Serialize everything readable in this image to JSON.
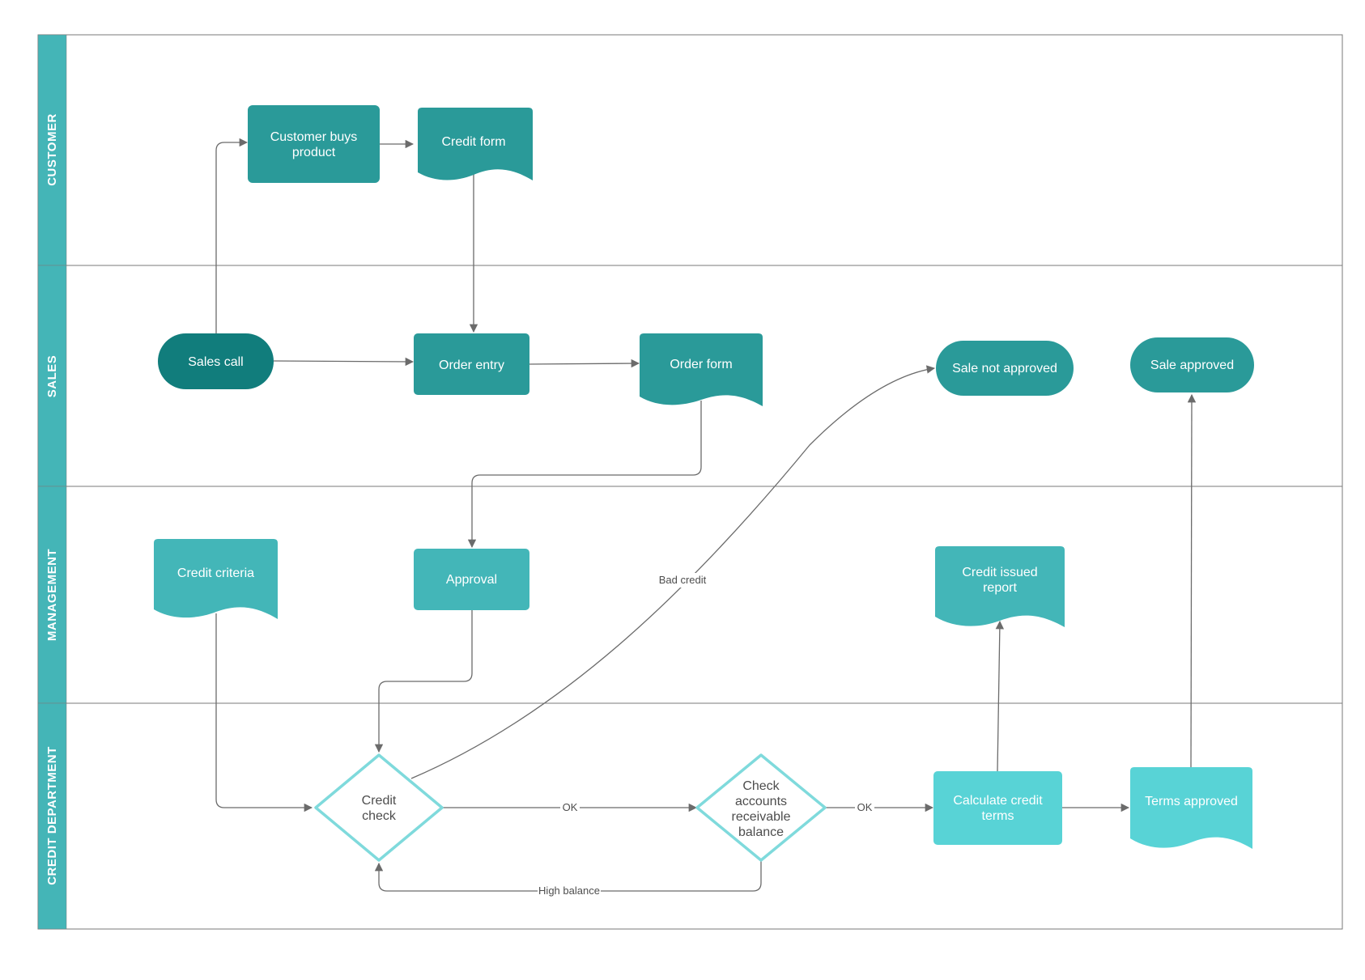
{
  "colors": {
    "lane_header": "#44b5b7",
    "border": "#7a7a7a",
    "dark_teal": "#117d7c",
    "mid_teal": "#2a9a99",
    "light_teal": "#43b6b8",
    "cyan": "#58d3d6",
    "diamond_stroke": "#7fdadc",
    "edge": "#6b6b6b"
  },
  "lanes": [
    {
      "title": "CUSTOMER"
    },
    {
      "title": "SALES"
    },
    {
      "title": "MANAGEMENT"
    },
    {
      "title": "CREDIT DEPARTMENT"
    }
  ],
  "nodes": {
    "customer_buys": {
      "line1": "Customer buys",
      "line2": "product"
    },
    "credit_form": {
      "label": "Credit form"
    },
    "sales_call": {
      "label": "Sales call"
    },
    "order_entry": {
      "label": "Order entry"
    },
    "order_form": {
      "label": "Order form"
    },
    "sale_not_approved": {
      "label": "Sale not approved"
    },
    "sale_approved": {
      "label": "Sale approved"
    },
    "credit_criteria": {
      "label": "Credit criteria"
    },
    "approval": {
      "label": "Approval"
    },
    "credit_issued_report": {
      "line1": "Credit issued",
      "line2": "report"
    },
    "credit_check": {
      "line1": "Credit",
      "line2": "check"
    },
    "check_ar_balance": {
      "line1": "Check",
      "line2": "accounts",
      "line3": "receivable",
      "line4": "balance"
    },
    "calculate_credit_terms": {
      "line1": "Calculate credit",
      "line2": "terms"
    },
    "terms_approved": {
      "label": "Terms approved"
    }
  },
  "edge_labels": {
    "bad_credit": "Bad credit",
    "ok_1": "OK",
    "ok_2": "OK",
    "high_balance": "High balance"
  }
}
